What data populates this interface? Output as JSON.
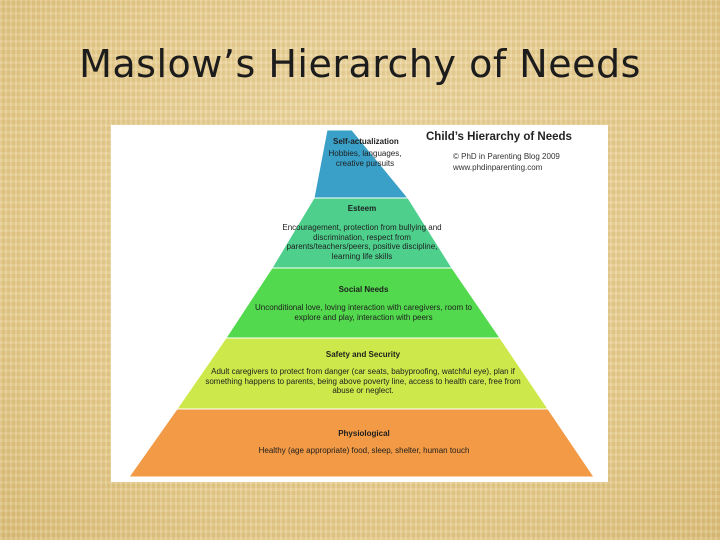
{
  "slide": {
    "title": "Maslow’s Hierarchy of Needs"
  },
  "figure": {
    "title": "Child’s Hierarchy of Needs",
    "credit_line1": "© PhD in Parenting Blog 2009",
    "credit_line2": "www.phdinparenting.com"
  },
  "pyramid": {
    "levels": [
      {
        "id": "self-actualization",
        "heading": "Self-actualization",
        "body": "Hobbies, languages, creative pursuits",
        "color": "#3aa0c8"
      },
      {
        "id": "esteem",
        "heading": "Esteem",
        "body": "Encouragement, protection from bullying and discrimination, respect from parents/teachers/peers, positive discipline, learning life skills",
        "color": "#4ecf8c"
      },
      {
        "id": "social",
        "heading": "Social Needs",
        "body": "Unconditional love, loving interaction with caregivers, room to explore and play, interaction with peers",
        "color": "#52d94e"
      },
      {
        "id": "safety",
        "heading": "Safety and Security",
        "body": "Adult caregivers to protect from danger (car seats, babyproofing, watchful eye), plan if something happens to parents, being above poverty line, access to health care, free from abuse or neglect.",
        "color": "#cde84a"
      },
      {
        "id": "physiological",
        "heading": "Physiological",
        "body": "Healthy (age appropriate) food, sleep, shelter, human touch",
        "color": "#f29a45"
      }
    ]
  }
}
